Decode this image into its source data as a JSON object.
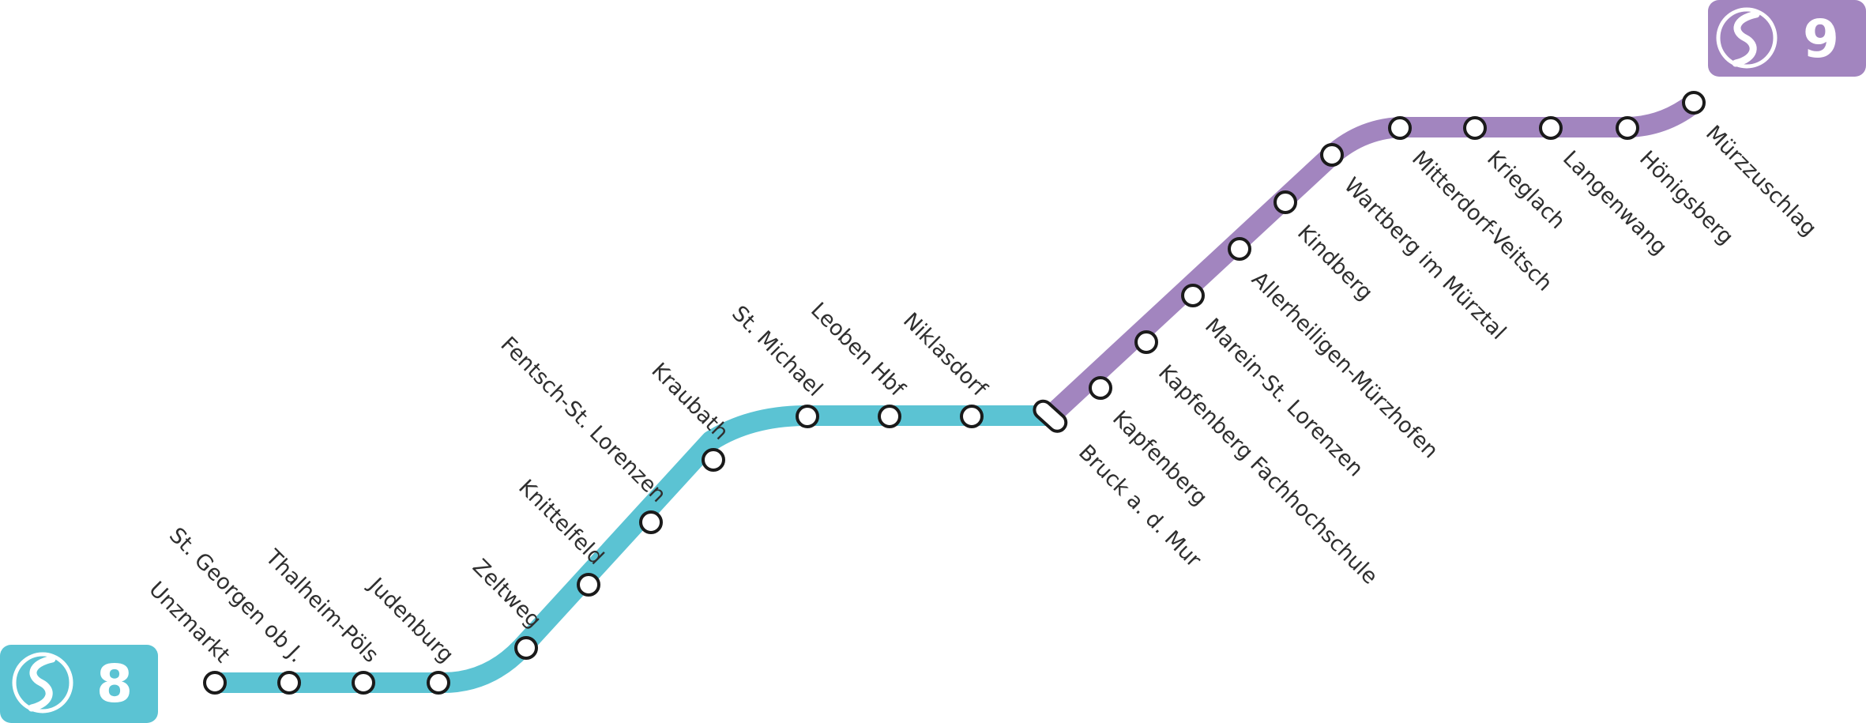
{
  "colors": {
    "s8": "#5bc3d3",
    "s9": "#a285bf",
    "station_fill": "#ffffff",
    "station_stroke": "#1a1a1a",
    "label": "#2f2f2f"
  },
  "badges": [
    {
      "id": "s8",
      "icon": "s-bahn-logo-icon",
      "number": "8"
    },
    {
      "id": "s9",
      "icon": "s-bahn-logo-icon",
      "number": "9"
    }
  ],
  "lines": [
    {
      "id": "s8",
      "stations": [
        "Unzmarkt",
        "St. Georgen ob J.",
        "Thalheim-Pöls",
        "Judenburg",
        "Zeltweg",
        "Knittelfeld",
        "Fentsch-St. Lorenzen",
        "Kraubath",
        "St. Michael",
        "Leoben Hbf",
        "Niklasdorf"
      ]
    },
    {
      "id": "s9",
      "stations": [
        "Kapfenberg",
        "Kapfenberg Fachhochschule",
        "Marein-St. Lorenzen",
        "Allerheiligen-Mürzhofen",
        "Kindberg",
        "Wartberg im Mürztal",
        "Mitterdorf-Veitsch",
        "Krieglach",
        "Langenwang",
        "Hönigsberg",
        "Mürzzuschlag"
      ]
    }
  ],
  "interchange": "Bruck a. d. Mur"
}
